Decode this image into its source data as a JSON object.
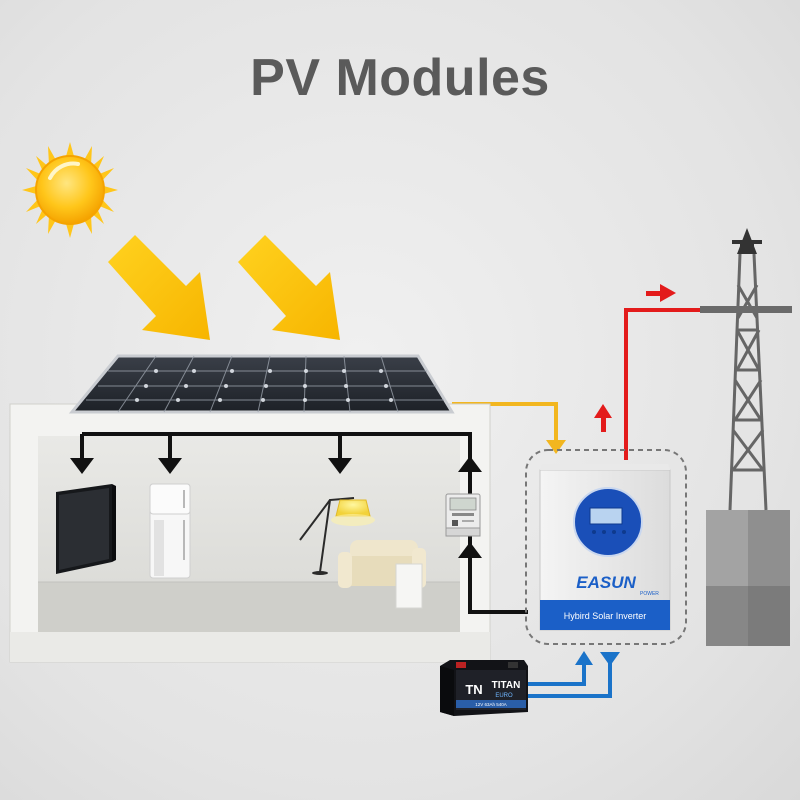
{
  "title": "PV Modules",
  "inverter": {
    "brand_main": "EASUN",
    "brand_sub": "POWER",
    "label": "Hybird Solar Inverter"
  },
  "battery": {
    "logo": "TN",
    "brand": "TITAN",
    "series": "EURO",
    "spec": "12V 63Ah 540A"
  },
  "colors": {
    "solar_flow": "#f2b61f",
    "grid_flow": "#e31b1b",
    "battery_flow": "#1a73c9",
    "load_flow": "#111111",
    "sun": "#ffc61a"
  },
  "icons": [
    "sun-icon",
    "sunlight-arrow-icon",
    "solar-panel-icon",
    "house-icon",
    "tv-icon",
    "refrigerator-icon",
    "floor-lamp-icon",
    "sofa-icon",
    "energy-meter-icon",
    "inverter-icon",
    "battery-icon",
    "power-tower-icon"
  ]
}
